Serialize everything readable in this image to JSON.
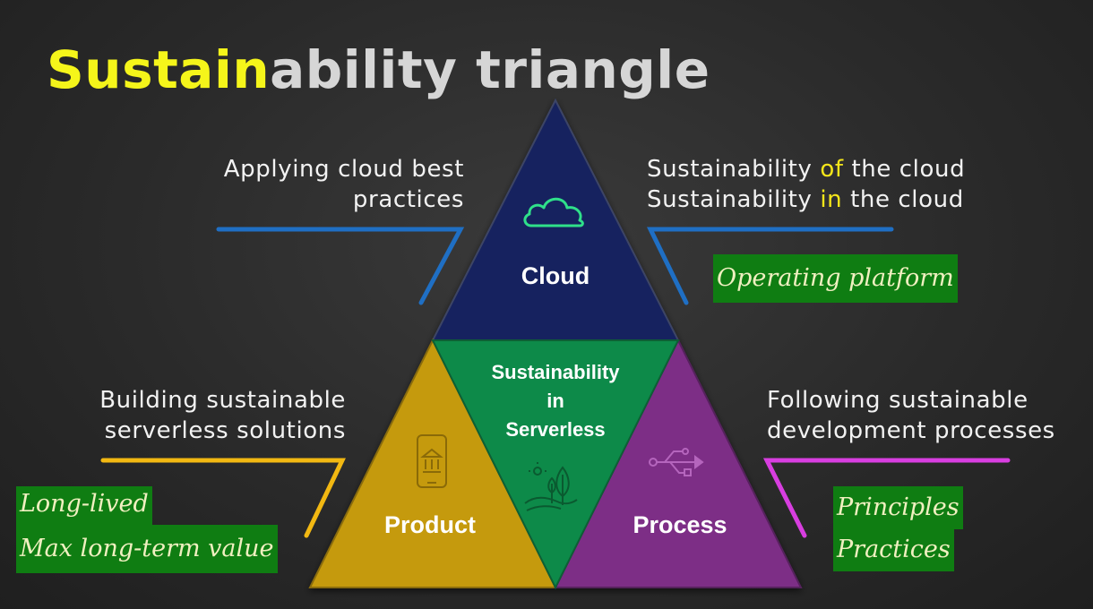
{
  "title": {
    "highlight": "Sustain",
    "rest": "ability triangle"
  },
  "top_left": {
    "line1": "Applying cloud best",
    "line2": "practices"
  },
  "top_right": {
    "line1_pre": "Sustainability ",
    "line1_kw": "of",
    "line1_post": " the cloud",
    "line2_pre": "Sustainability ",
    "line2_kw": "in",
    "line2_post": " the cloud"
  },
  "note_top_right": "Operating platform",
  "bottom_left": {
    "line1": "Building sustainable",
    "line2": "serverless solutions"
  },
  "note_bottom_left": {
    "line1": "Long-lived",
    "line2": "Max long-term value"
  },
  "bottom_right": {
    "line1": "Following sustainable",
    "line2": "development processes"
  },
  "note_bottom_right": {
    "line1": "Principles",
    "line2": "Practices"
  },
  "triangle": {
    "cloud": "Cloud",
    "center_line1": "Sustainability",
    "center_line2": "in",
    "center_line3": "Serverless",
    "product": "Product",
    "process": "Process"
  },
  "colors": {
    "cloud": "#15235e",
    "center": "#0e8a4a",
    "product": "#c59a0c",
    "process": "#7d2d86",
    "connector_top": "#1f6fc4",
    "connector_left": "#f2b812",
    "connector_right": "#d83ee0"
  },
  "icons": [
    "cloud-icon",
    "mobile-bank-icon",
    "nature-icon",
    "usb-icon"
  ]
}
